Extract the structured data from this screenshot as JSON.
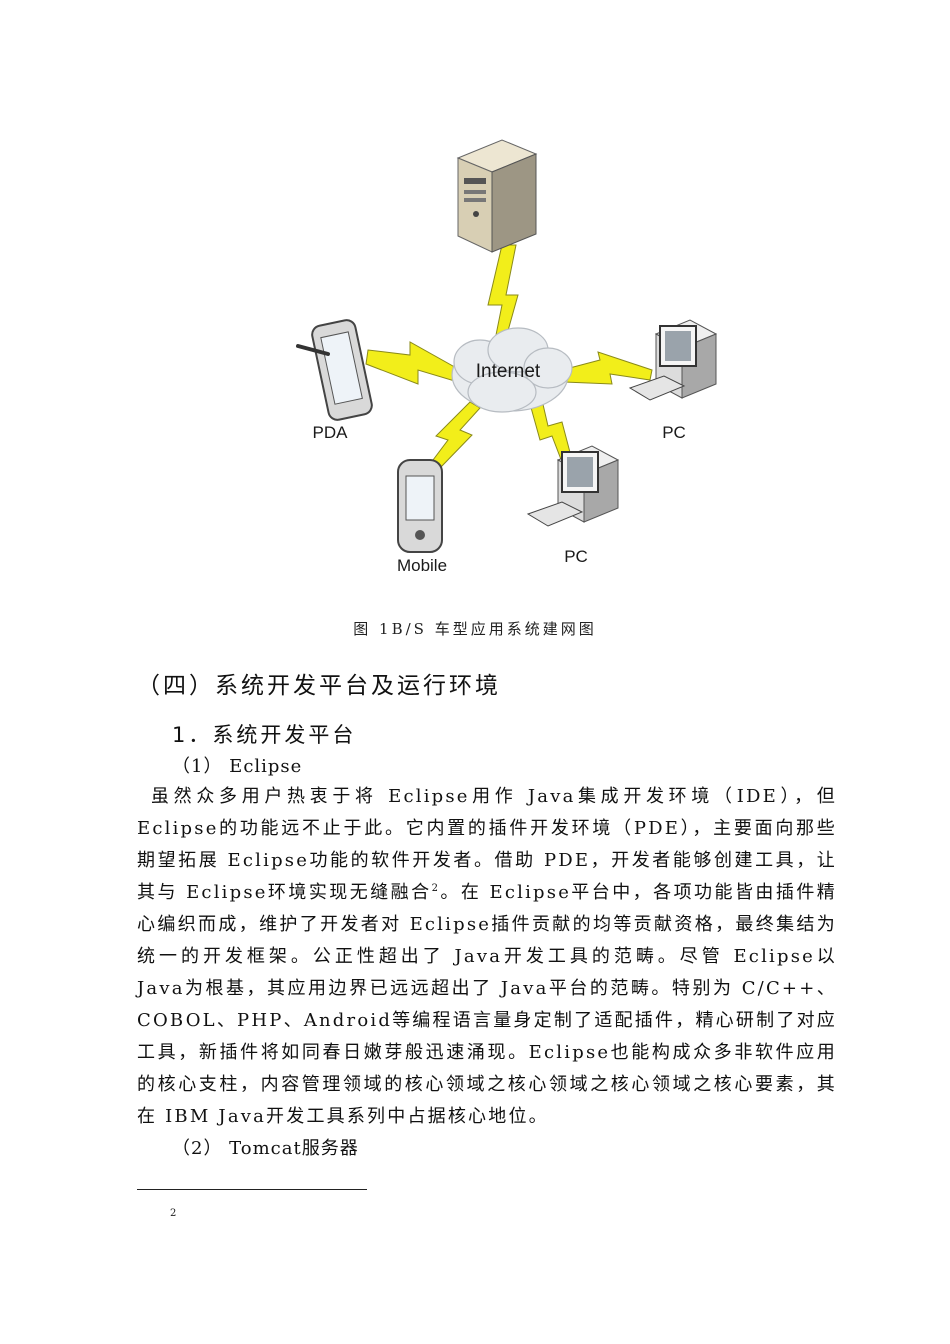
{
  "figure": {
    "labels": {
      "internet": "Internet",
      "pda": "PDA",
      "pc_right": "PC",
      "pc_bottom": "PC",
      "mobile": "Mobile"
    },
    "colors": {
      "lightning": "#f2ee1a",
      "cloud": "#e9ecef",
      "device": "#d9d9d9"
    }
  },
  "caption": "图 1B/S 车型应用系统建网图",
  "section_heading": "（四）系统开发平台及运行环境",
  "sub_heading": "1．系统开发平台",
  "item1": "（1） Eclipse",
  "paragraph": "虽然众多用户热衷于将 Eclipse用作 Java集成开发环境（IDE），但 Eclipse的功能远不止于此。它内置的插件开发环境（PDE），主要面向那些期望拓展 Eclipse功能的软件开发者。借助 PDE，开发者能够创建工具，让其与 Eclipse环境实现无缝融合",
  "paragraph_sup": "2",
  "paragraph_rest": "。在 Eclipse平台中，各项功能皆由插件精心编织而成，维护了开发者对 Eclipse插件贡献的均等贡献资格，最终集结为统一的开发框架。公正性超出了 Java开发工具的范畴。尽管 Eclipse以 Java为根基，其应用边界已远远超出了 Java平台的范畴。特别为 C/C++、COBOL、PHP、Android等编程语言量身定制了适配插件，精心研制了对应工具，新插件将如同春日嫩芽般迅速涌现。Eclipse也能构成众多非软件应用的核心支柱，内容管理领域的核心领域之核心领域之核心领域之核心要素，其在 IBM Java开发工具系列中占据核心地位。",
  "item2": "（2） Tomcat服务器",
  "footnote_number": "2"
}
